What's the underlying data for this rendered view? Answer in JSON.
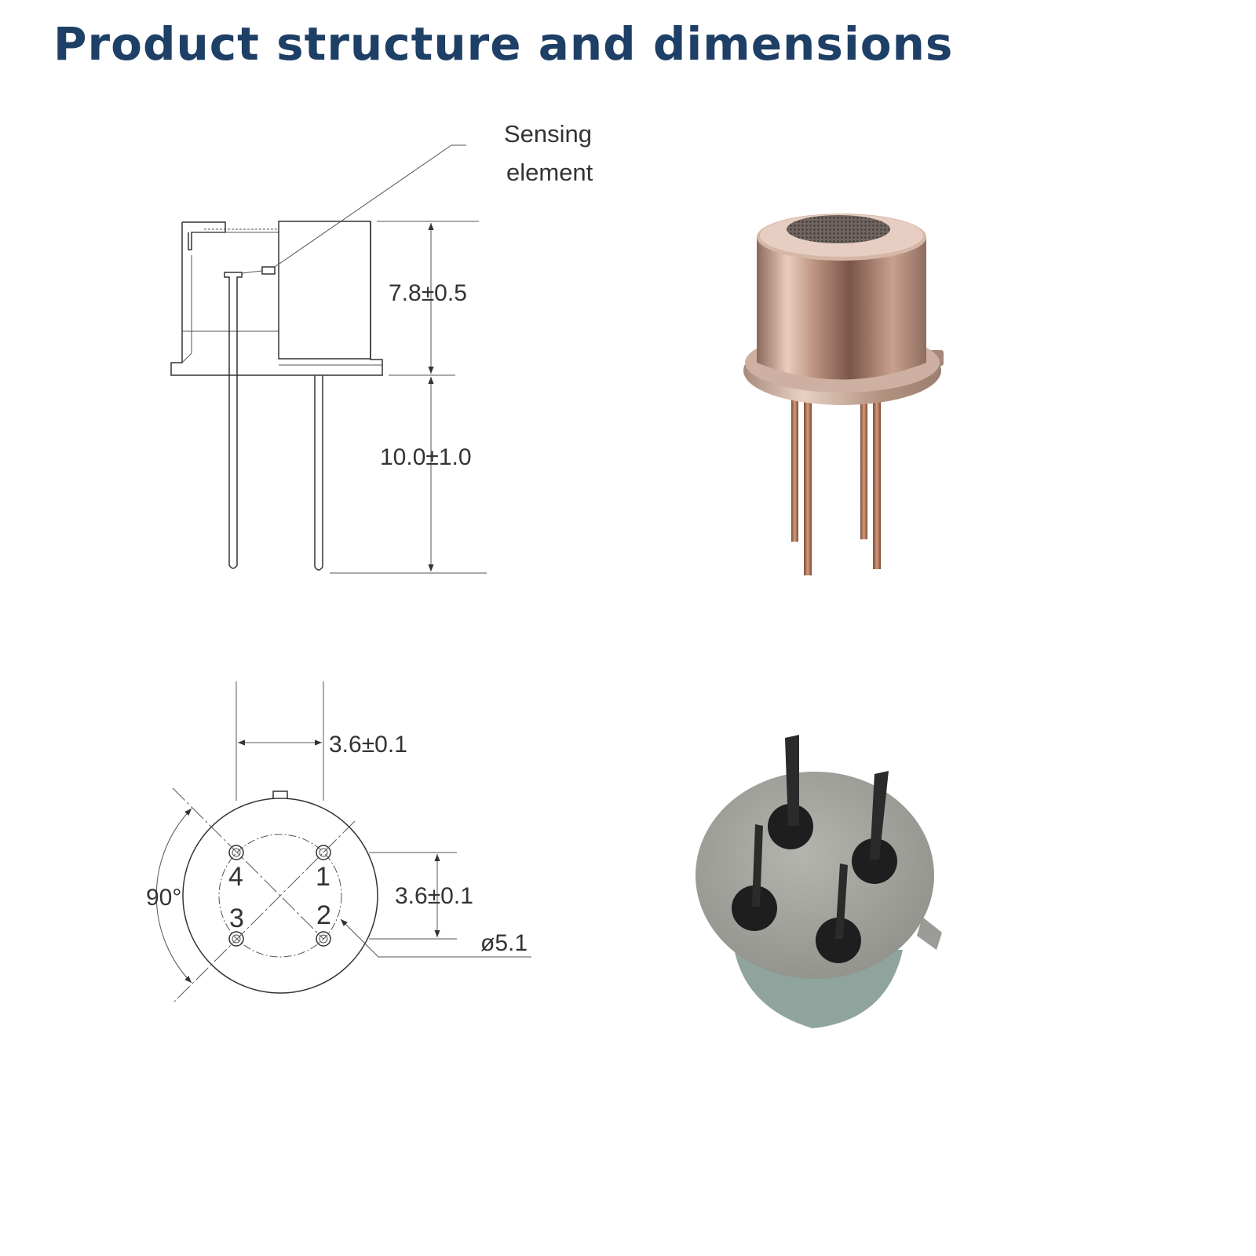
{
  "header": {
    "title": "Product structure and dimensions"
  },
  "side_view": {
    "callout_line1": "Sensing",
    "callout_line2": "element",
    "height_dim": "7.8±0.5",
    "lead_dim": "10.0±1.0"
  },
  "bottom_view": {
    "pin_spacing_h": "3.6±0.1",
    "pin_spacing_v": "3.6±0.1",
    "pcd_dim": "ø5.1",
    "angle": "90°",
    "pins": [
      "1",
      "2",
      "3",
      "4"
    ]
  },
  "colors": {
    "title": "#1e3f66",
    "cap": "#c79a86",
    "base": "#9a9c95"
  }
}
